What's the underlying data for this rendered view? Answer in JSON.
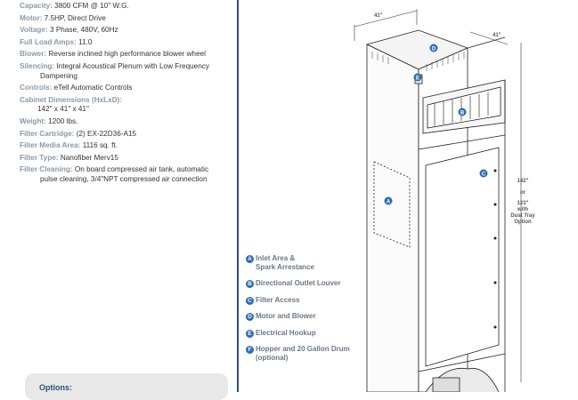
{
  "specs": [
    {
      "label": "Capacity:",
      "value": "3800 CFM @ 10\" W.G."
    },
    {
      "label": "Motor:",
      "value": "7.5HP, Direct Drive"
    },
    {
      "label": "Voltage:",
      "value": "3 Phase, 480V, 60Hz"
    },
    {
      "label": "Full Load Amps:",
      "value": "11.0"
    },
    {
      "label": "Blower:",
      "value": "Reverse inclined high performance blower wheel"
    },
    {
      "label": "Silencing:",
      "value": "Integral Acoustical Plenum with Low Frequency",
      "cont": "Dampening"
    },
    {
      "label": "Controls:",
      "value": "eTell Automatic Controls"
    },
    {
      "label": "Cabinet Dimensions (HxLxD):",
      "value": "",
      "cont": "142\" x 41\" x 41\""
    },
    {
      "label": "Weight:",
      "value": "1200 lbs."
    },
    {
      "label": "Filter Cartridge:",
      "value": "(2) EX-22D36-A15"
    },
    {
      "label": "Filter Media Area:",
      "value": "1116 sq. ft."
    },
    {
      "label": "Filter Type:",
      "value": "Nanofiber Merv15"
    },
    {
      "label": "Filter Cleaning:",
      "value": "On board compressed air tank, automatic",
      "cont": "pulse cleaning, 3/4\"NPT compressed air connection"
    }
  ],
  "options_title": "Options:",
  "legend": [
    {
      "badge": "A",
      "text": "Inlet Area &",
      "cont": "Spark Arrestance"
    },
    {
      "badge": "B",
      "text": "Directional Outlet Louver"
    },
    {
      "badge": "C",
      "text": "Filter Access"
    },
    {
      "badge": "D",
      "text": "Motor and Blower"
    },
    {
      "badge": "E",
      "text": "Electrical Hookup"
    },
    {
      "badge": "F",
      "text": "Hopper and 20 Gallon Drum",
      "cont": "(optional)"
    }
  ],
  "drawing": {
    "dim_width": "41\"",
    "dim_depth": "41\"",
    "dim_height": [
      "142\"",
      "or",
      "123\"",
      "with",
      "Dust Tray",
      "Option"
    ],
    "markers": {
      "a": "A",
      "b": "B",
      "c": "C",
      "d": "D",
      "e": "E"
    }
  },
  "colors": {
    "accent": "#2c4f7c",
    "badge": "#2d6db0",
    "label": "#8a9aa8"
  }
}
